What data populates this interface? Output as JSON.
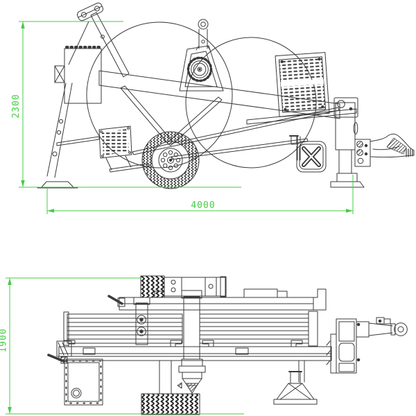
{
  "colors": {
    "background": "#ffffff",
    "line": "#3a3a3a",
    "dimension": "#45cc45"
  },
  "views": {
    "side_elevation": {
      "name": "side-elevation-view"
    },
    "plan": {
      "name": "plan-view"
    }
  },
  "dimensions": {
    "height": {
      "value": "2300",
      "orientation": "vertical",
      "view": "side_elevation"
    },
    "length": {
      "value": "4000",
      "orientation": "horizontal",
      "view": "side_elevation"
    },
    "width": {
      "value": "1900",
      "orientation": "vertical",
      "view": "plan"
    }
  }
}
